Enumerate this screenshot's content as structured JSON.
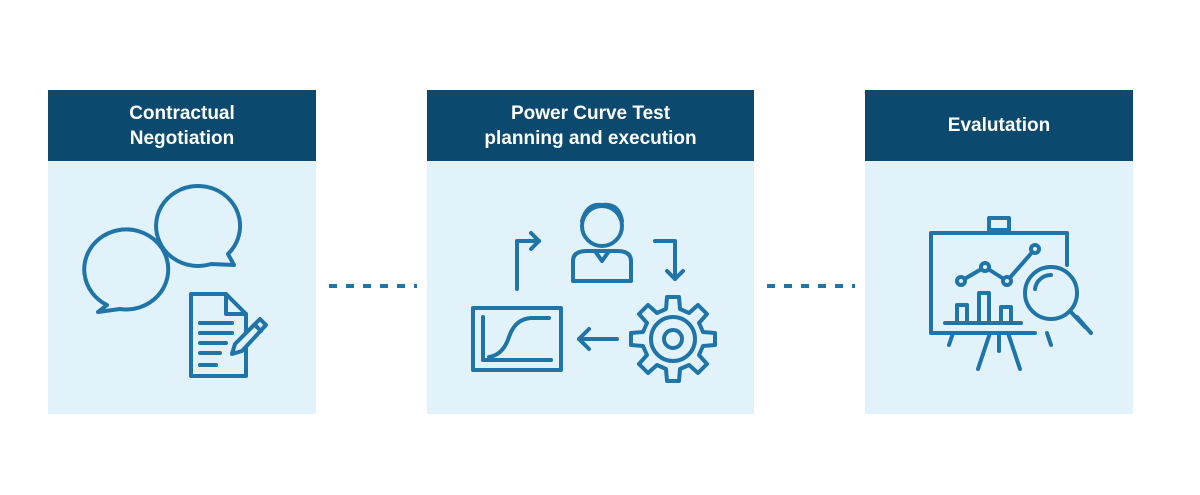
{
  "steps": [
    {
      "title_line1": "Contractual",
      "title_line2": "Negotiation",
      "icon": "speech-bubbles-contract-icon"
    },
    {
      "title_line1": "Power Curve Test",
      "title_line2": "planning and execution",
      "icon": "workflow-cycle-icon"
    },
    {
      "title_line1": "Evalutation",
      "title_line2": "",
      "icon": "presentation-analysis-icon"
    }
  ],
  "colors": {
    "header_bg": "#0b4a6e",
    "card_bg": "#e2f2fb",
    "icon_stroke": "#1f74a8",
    "connector": "#1f74a8"
  }
}
